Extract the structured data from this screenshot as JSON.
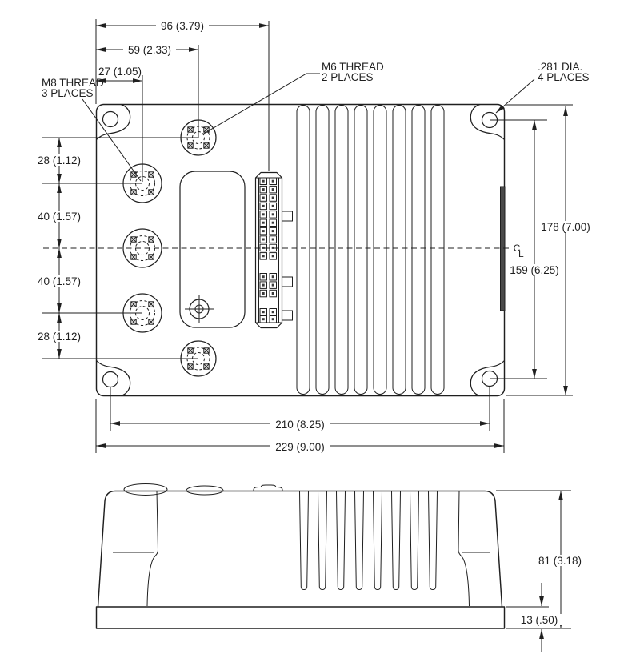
{
  "colors": {
    "bg": "#ffffff",
    "ink": "#1f1f1f"
  },
  "top_view": {
    "dim_96": "96 (3.79)",
    "dim_59": "59 (2.33)",
    "dim_27": "27 (1.05)",
    "dim_28_top": "28 (1.12)",
    "dim_40_upper": "40 (1.57)",
    "dim_40_lower": "40 (1.57)",
    "dim_28_bottom": "28 (1.12)",
    "dim_height_outer": "178 (7.00)",
    "dim_height_holes": "159 (6.25)",
    "dim_width_holes": "210 (8.25)",
    "dim_width_outer": "229 (9.00)",
    "callout_m6_line1": "M6 THREAD",
    "callout_m6_line2": "2 PLACES",
    "callout_m8_line1": "M8 THREAD",
    "callout_m8_line2": "3 PLACES",
    "callout_dia_line1": ".281 DIA.",
    "callout_dia_line2": "4 PLACES",
    "centerline_c": "C",
    "centerline_l": "L",
    "fin_count": 8,
    "mount_hole_count": 4,
    "connector_pin_rows": [
      10,
      3,
      2
    ],
    "terminals": {
      "m8_count": 3,
      "m6_count": 2
    }
  },
  "side_view": {
    "dim_height_body": "81 (3.18)",
    "dim_height_base": "13 (.50)",
    "groove_count": 8
  }
}
